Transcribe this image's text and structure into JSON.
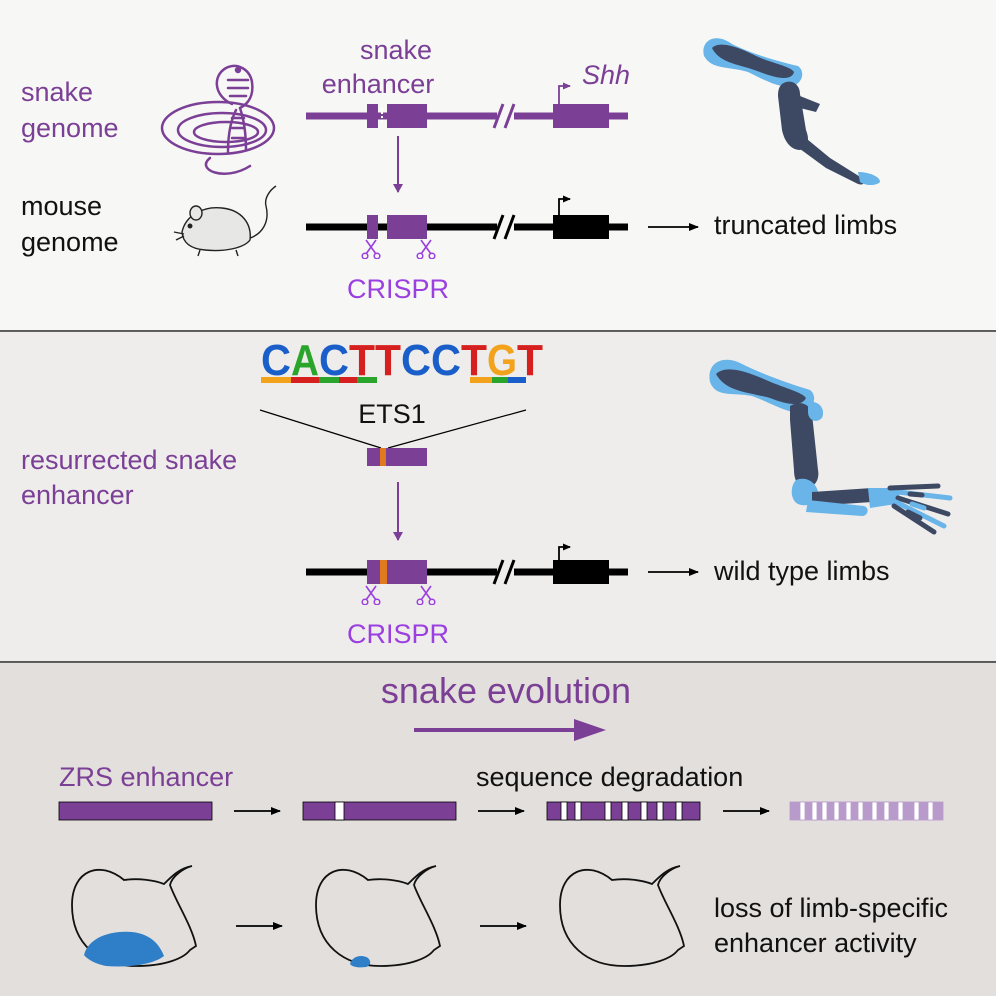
{
  "colors": {
    "purple": "#7B3F96",
    "purple_light": "#9B3FE0",
    "faded": "#B89ACB",
    "orange": "#E07A1F",
    "bone_dark": "#3D4863",
    "bone_light": "#69B4E8",
    "blue_blob": "#2F7FC8",
    "panel1_bg": "#F7F7F6",
    "panel2_bg": "#EEEDEB",
    "panel3_bg": "#E3DFDC"
  },
  "panel1": {
    "snake_genome_line1": "snake",
    "snake_genome_line2": "genome",
    "enhancer_line1": "snake",
    "enhancer_line2": "enhancer",
    "gene": "Shh",
    "mouse_genome_line1": "mouse",
    "mouse_genome_line2": "genome",
    "crispr": "CRISPR",
    "result": "truncated limbs",
    "icons": [
      "snake-icon",
      "mouse-icon",
      "scissors-icon",
      "truncated-limb-icon"
    ]
  },
  "panel2": {
    "motif_letters": [
      "C",
      "A",
      "C",
      "T",
      "T",
      "C",
      "C",
      "T",
      "G",
      "T"
    ],
    "motif_colors": [
      "#1A5FC9",
      "#2AA52C",
      "#1A5FC9",
      "#D6201F",
      "#D6201F",
      "#1A5FC9",
      "#1A5FC9",
      "#D6201F",
      "#F2A21B",
      "#D6201F"
    ],
    "motif_name": "ETS1",
    "enhancer_line1": "resurrected snake",
    "enhancer_line2": "enhancer",
    "crispr": "CRISPR",
    "result": "wild type limbs",
    "icons": [
      "scissors-icon",
      "wild-type-limb-icon"
    ]
  },
  "panel3": {
    "title": "snake evolution",
    "zrs_label": "ZRS enhancer",
    "degradation_label": "sequence degradation",
    "loss_line1": "loss of limb-specific",
    "loss_line2": "enhancer activity",
    "icons": [
      "limb-bud-icon"
    ]
  }
}
